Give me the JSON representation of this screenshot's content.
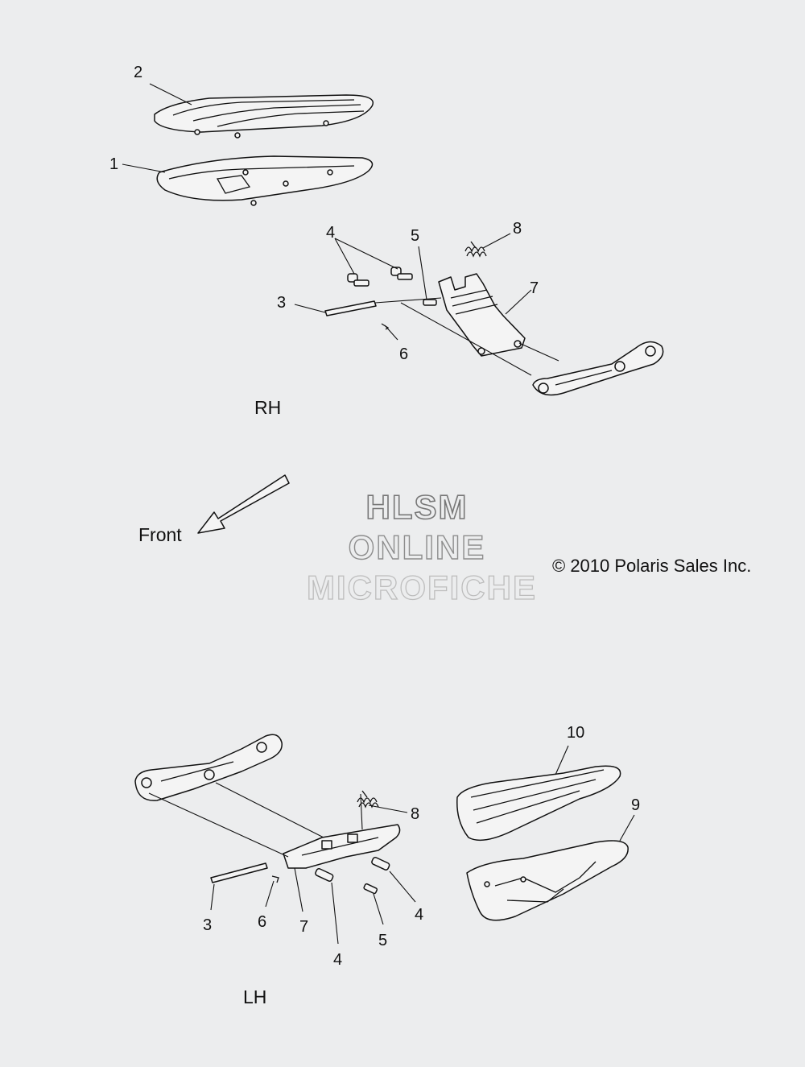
{
  "sections": {
    "rh": {
      "label": "RH"
    },
    "lh": {
      "label": "LH"
    }
  },
  "direction": {
    "label": "Front"
  },
  "watermark": {
    "line1": "HLSM",
    "line2": "ONLINE",
    "line3": "MICROFICHE"
  },
  "copyright": {
    "text": "© 2010 Polaris Sales Inc."
  },
  "callouts": {
    "rh": [
      "1",
      "2",
      "3",
      "4",
      "5",
      "6",
      "7",
      "8"
    ],
    "lh": [
      "3",
      "4",
      "4",
      "5",
      "6",
      "7",
      "8",
      "9",
      "10"
    ]
  }
}
